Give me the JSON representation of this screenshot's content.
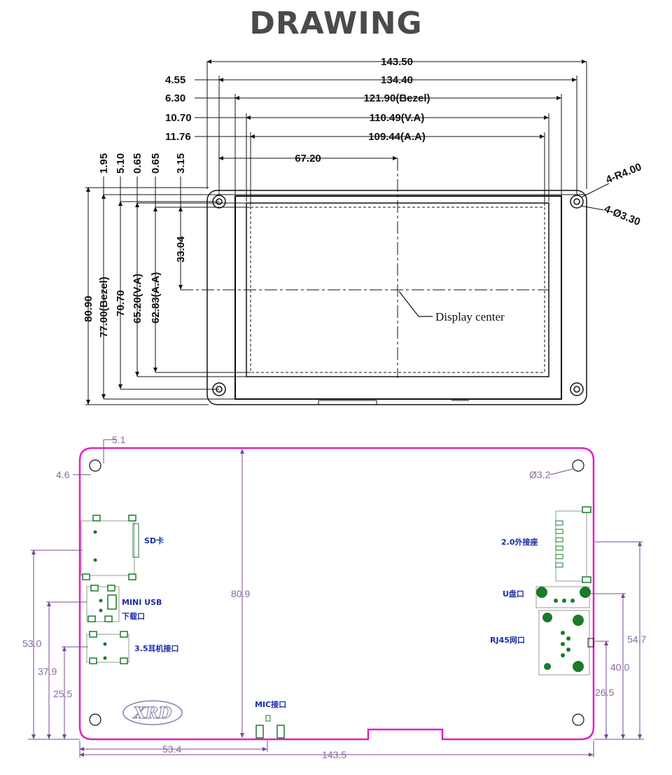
{
  "title": "DRAWING",
  "top_drawing": {
    "horizontal_dims": {
      "overall": "143.50",
      "hole_span": "134.40",
      "bezel": "121.90(Bezel)",
      "va": "110.49(V.A)",
      "aa": "109.44(A.A)",
      "center_x": "67.20"
    },
    "left_offsets": [
      "4.55",
      "6.30",
      "10.70",
      "11.76"
    ],
    "vertical_top_offsets": [
      "1.95",
      "5.10",
      "0.65",
      "0.65",
      "3.15"
    ],
    "vertical_dims": [
      "80.90",
      "77.00(Bezel)",
      "70.70",
      "65.20(V.A)",
      "62.83(A.A)",
      "33.04"
    ],
    "corner_radius": "4-R4.00",
    "hole_dia": "4-Ø3.30",
    "display_center": "Display center"
  },
  "bottom_drawing": {
    "dims": {
      "top_offset": "5.1",
      "left_offset": "4.6",
      "hole_dia": "Ø3.2",
      "height": "80.9",
      "left_53": "53.0",
      "left_37": "37.9",
      "left_25": "25.5",
      "right_54": "54.7",
      "right_40": "40.0",
      "right_26": "26.5",
      "bottom_53": "53.4",
      "bottom_143": "143.5"
    },
    "labels": {
      "sd": "SD卡",
      "mini_usb_1": "MINI USB",
      "mini_usb_2": "下载口",
      "audio": "3.5耳机接口",
      "ext": "2.0外接座",
      "udisk": "U盘口",
      "rj45": "RJ45网口",
      "mic": "MIC接口",
      "logo": "XRD"
    },
    "colors": {
      "outline": "#e020c8",
      "dim": "#7a4a9a",
      "component": "#1a7a2a",
      "label": "#1a2ea8"
    }
  }
}
